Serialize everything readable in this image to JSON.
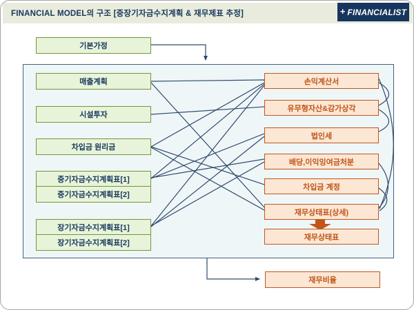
{
  "header": {
    "title": "FINANCIAL MODEL의 구조 [중장기자금수지계획 & 재무제표 추정]",
    "logo": {
      "icon_glyph": "+",
      "text": "FINANCIALIST"
    }
  },
  "colors": {
    "header_bg": "#e9ecdc",
    "title_text": "#17375d",
    "logo_bg": "#17365d",
    "green_fill": "#e8f4d9",
    "green_border": "#76923c",
    "orange_fill": "#fce6d4",
    "orange_border": "#c0561a",
    "connector": "#2e4a6b",
    "container_fill": "#eff6f8"
  },
  "boxes": {
    "base_assumption": "기본가정",
    "left": [
      "매출계획",
      "시설투자",
      "차입금 원리금",
      "중기자금수지계획표[1]",
      "중기자금수지계획표[2]",
      "장기자금수지계획표[1]",
      "장기자금수지계획표[2]"
    ],
    "right": [
      "손익계산서",
      "유무형자산&감가상각",
      "법인세",
      "배당,이익잉여금처분",
      "차입금 계정",
      "재무상태표(상세)",
      "재무상태표"
    ],
    "bottom": "재무비율"
  },
  "connections": {
    "straight": [
      [
        "매출계획",
        "손익계산서"
      ],
      [
        "매출계획",
        "재무상태표(상세)"
      ],
      [
        "시설투자",
        "유무형자산&감가상각"
      ],
      [
        "차입금 원리금",
        "손익계산서"
      ],
      [
        "차입금 원리금",
        "차입금 계정"
      ],
      [
        "차입금 원리금",
        "재무상태표(상세)"
      ],
      [
        "중기자금수지계획표[1]",
        "손익계산서"
      ],
      [
        "중기자금수지계획표[1]",
        "법인세"
      ],
      [
        "중기자금수지계획표[1]",
        "배당,이익잉여금처분"
      ],
      [
        "장기자금수지계획표[1]",
        "손익계산서"
      ],
      [
        "장기자금수지계획표[1]",
        "법인세"
      ],
      [
        "장기자금수지계획표[1]",
        "배당,이익잉여금처분"
      ]
    ],
    "right_arcs": [
      [
        "손익계산서",
        "유무형자산&감가상각"
      ],
      [
        "유무형자산&감가상각",
        "법인세"
      ],
      [
        "손익계산서",
        "재무상태표(상세)"
      ],
      [
        "배당,이익잉여금처분",
        "재무상태표(상세)"
      ],
      [
        "차입금 계정",
        "재무상태표(상세)"
      ]
    ],
    "block_arrow": [
      "재무상태표(상세)",
      "재무상태표"
    ],
    "elbows": [
      [
        "기본가정",
        "main-container"
      ],
      [
        "main-container",
        "재무비율"
      ]
    ]
  }
}
